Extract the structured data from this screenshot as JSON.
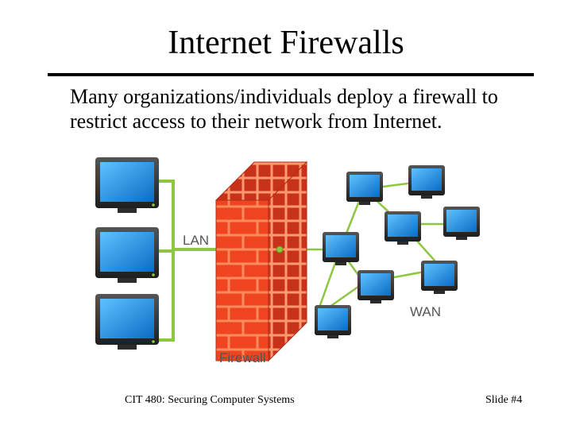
{
  "slide": {
    "title": "Internet Firewalls",
    "body": "Many organizations/individuals deploy a firewall to restrict access to their network from Internet."
  },
  "diagram": {
    "lan_label": "LAN",
    "wan_label": "WAN",
    "firewall_label": "Firewall",
    "colors": {
      "link": "#8dc63f",
      "brick": "#f04a24",
      "mortar": "#ff8a5c",
      "screen": "#1a8fe0",
      "monitor_frame": "#3a3a3a"
    }
  },
  "footer": {
    "course": "CIT 480: Securing Computer Systems",
    "slide_number": "Slide #4"
  }
}
